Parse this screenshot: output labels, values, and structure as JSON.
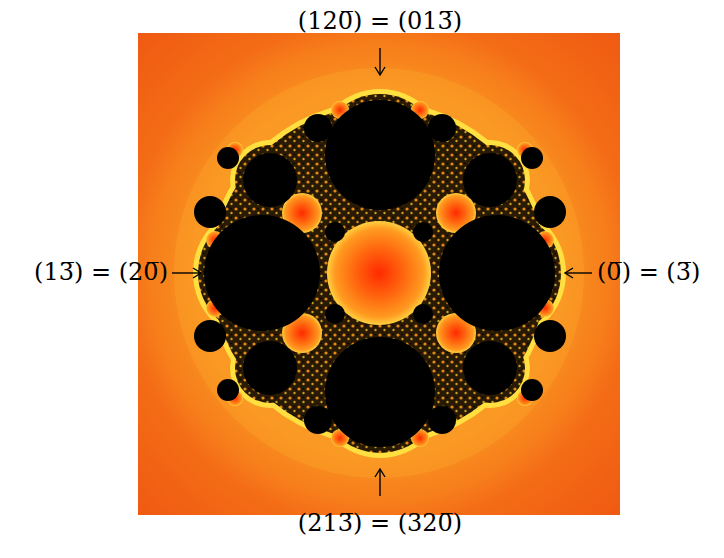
{
  "diagram": {
    "labels": [
      "(120̅) = (013̅)",
      "(13̅) = (20̅)",
      "(0̅) = (3̅)",
      "(213̅) = (320̅)"
    ]
  }
}
